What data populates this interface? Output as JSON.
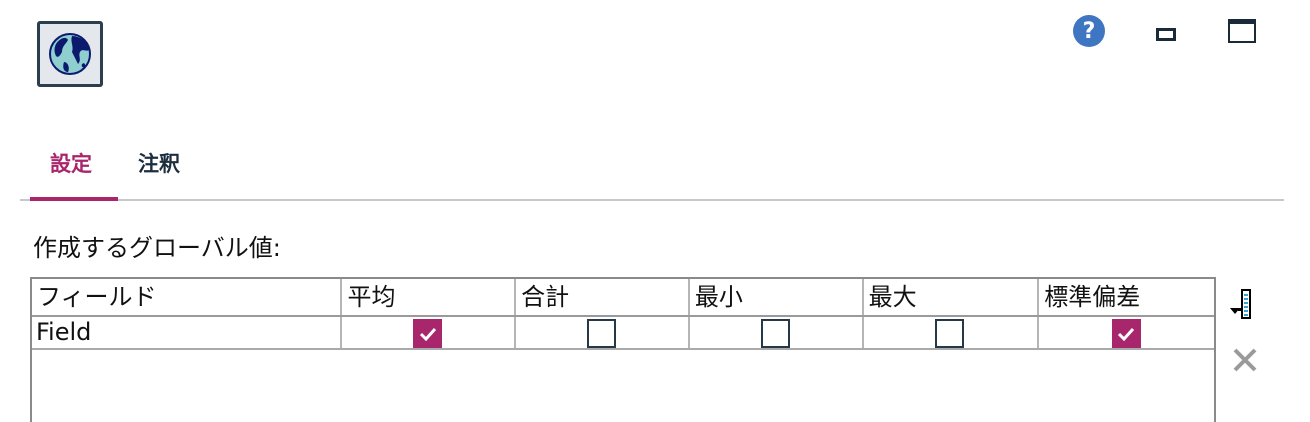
{
  "header": {
    "app_icon": "globe-icon",
    "controls": [
      {
        "name": "help",
        "icon": "question-icon",
        "glyph": "?"
      },
      {
        "name": "minimize",
        "icon": "minimize-icon"
      },
      {
        "name": "maximize",
        "icon": "maximize-icon"
      }
    ]
  },
  "tabs": [
    {
      "label": "設定",
      "active": true
    },
    {
      "label": "注釈",
      "active": false
    }
  ],
  "section": {
    "label": "作成するグローバル値:"
  },
  "table": {
    "columns": [
      "フィールド",
      "平均",
      "合計",
      "最小",
      "最大",
      "標準偏差"
    ],
    "rows": [
      {
        "field": "Field",
        "mean": true,
        "sum": false,
        "min": false,
        "max": false,
        "stddev": true
      }
    ]
  },
  "side_tools": {
    "add_icon": "add-row-icon",
    "delete_icon": "delete-icon"
  },
  "colors": {
    "accent": "#a8266c",
    "dark": "#1c2e3e",
    "help_blue": "#3f76c2"
  }
}
